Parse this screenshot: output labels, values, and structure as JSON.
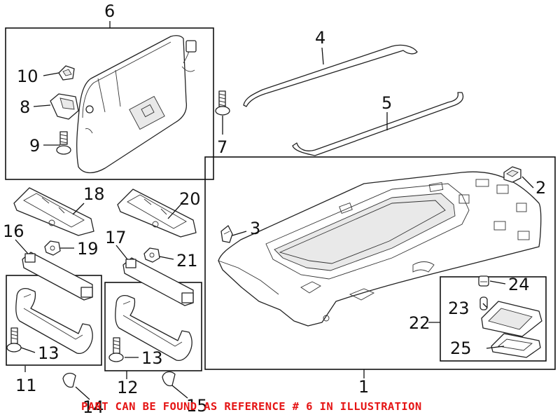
{
  "diagram": {
    "callouts": {
      "c1": "1",
      "c2": "2",
      "c3": "3",
      "c4": "4",
      "c5": "5",
      "c6": "6",
      "c7": "7",
      "c8": "8",
      "c9": "9",
      "c10": "10",
      "c11": "11",
      "c12": "12",
      "c13a": "13",
      "c13b": "13",
      "c14": "14",
      "c15": "15",
      "c16": "16",
      "c17": "17",
      "c18": "18",
      "c19": "19",
      "c20": "20",
      "c21": "21",
      "c22": "22",
      "c23": "23",
      "c24": "24",
      "c25": "25"
    },
    "note": "PART CAN BE FOUND AS REFERENCE # 6 IN ILLUSTRATION",
    "colors": {
      "lines": "#111111",
      "note": "#e51515",
      "background": "#ffffff"
    }
  }
}
